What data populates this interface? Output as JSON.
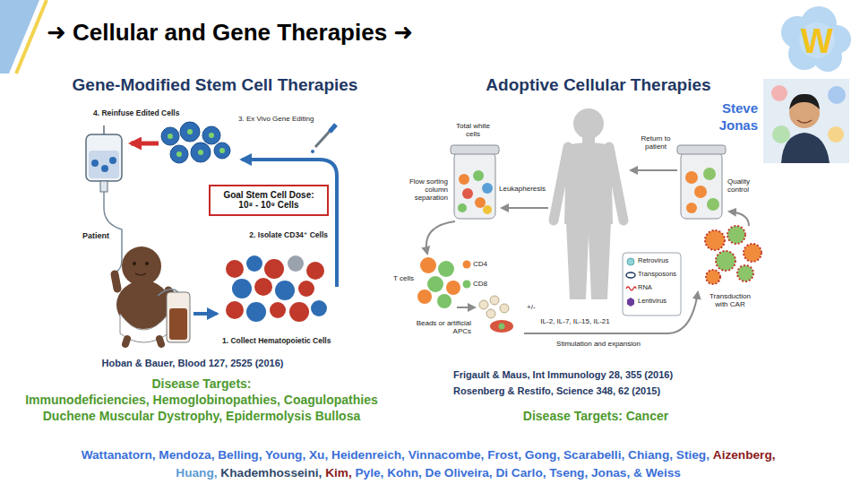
{
  "diagram": {
    "title": "➜ Cellular and Gene Therapies ➜",
    "nodes": [
      {
        "text": [
          "Goal Stem Cell Dose: 10⁸ - 10⁹ Cells"
        ]
      }
    ],
    "labels": [
      "Gene-Modified Stem Cell Therapies",
      "Adoptive Cellular Therapies",
      "W",
      "Steve",
      "Jonas",
      "4. Reinfuse Edited Cells",
      "3. Ex Vivo Gene Editing",
      "2. Isolate CD34⁺ Cells",
      "Patient",
      "1. Collect Hematopoietic Cells",
      "Total white cells",
      "Leukapheresis",
      "Flow sorting column separation",
      "Return to patient",
      "Quality control",
      "T cells",
      "CD4",
      "CD8",
      "Beads or artificial APCs",
      "+/-",
      "IL-2, IL-7, IL-15, IL-21",
      "Stimulation and expansion",
      "Transduction with CAR",
      "Hoban & Bauer, Blood 127, 2525 (2016)",
      "Disease Targets:",
      "Immunodeficiencies, Hemoglobinopathies, Coagulopathies",
      "Duchene Muscular Dystrophy, Epidermolysis Bullosa",
      "Frigault & Maus, Int Immunology 28, 355 (2016)",
      "Rosenberg & Restifo, Science 348, 62 (2015)",
      "Disease Targets: Cancer",
      "Wattanatorn, Mendoza, Belling, Young, Xu, Heidenreich, Vinnacombe, Frost, Gong, Scarabelli, Chiang, Stieg,",
      "Aizenberg,",
      "Huang,",
      "Khademhosseini,",
      "Kim,",
      "Pyle, Kohn, De Oliveira, Di Carlo, Tseng, Jonas, & Weiss"
    ],
    "legend": [
      {
        "text": "Retrovirus"
      },
      {
        "text": "Transposons"
      },
      {
        "text": "RNA"
      },
      {
        "text": "Lentivirus"
      }
    ]
  }
}
